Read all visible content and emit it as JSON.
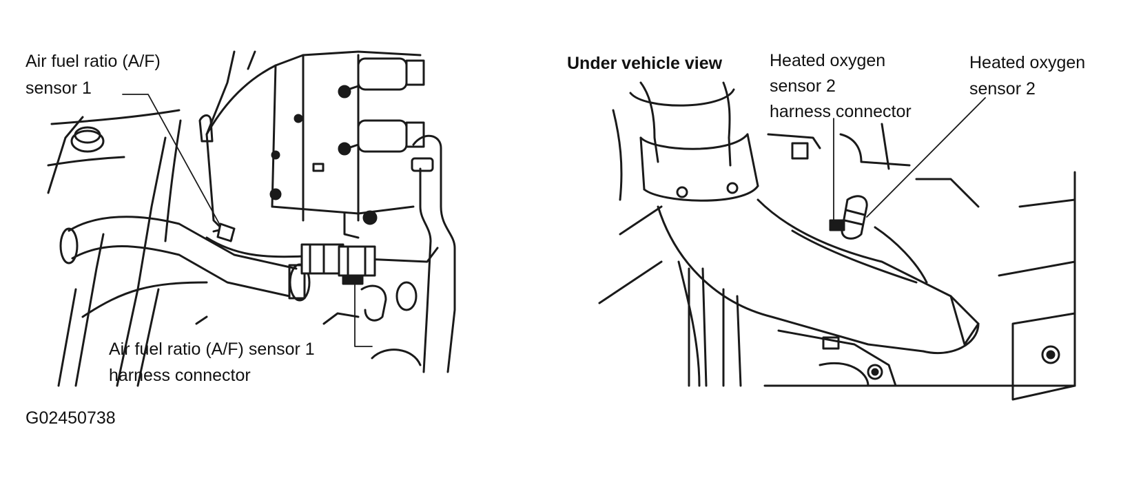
{
  "left_panel": {
    "sensor_label_line1": "Air fuel ratio (A/F)",
    "sensor_label_line2": "sensor 1",
    "connector_label_line1": "Air fuel ratio (A/F) sensor 1",
    "connector_label_line2": "harness connector",
    "figure_code": "G02450738"
  },
  "right_panel": {
    "view_title": "Under vehicle view",
    "connector_label_line1": "Heated oxygen",
    "connector_label_line2": "sensor 2",
    "connector_label_line3": "harness connector",
    "sensor_label_line1": "Heated oxygen",
    "sensor_label_line2": "sensor 2"
  }
}
